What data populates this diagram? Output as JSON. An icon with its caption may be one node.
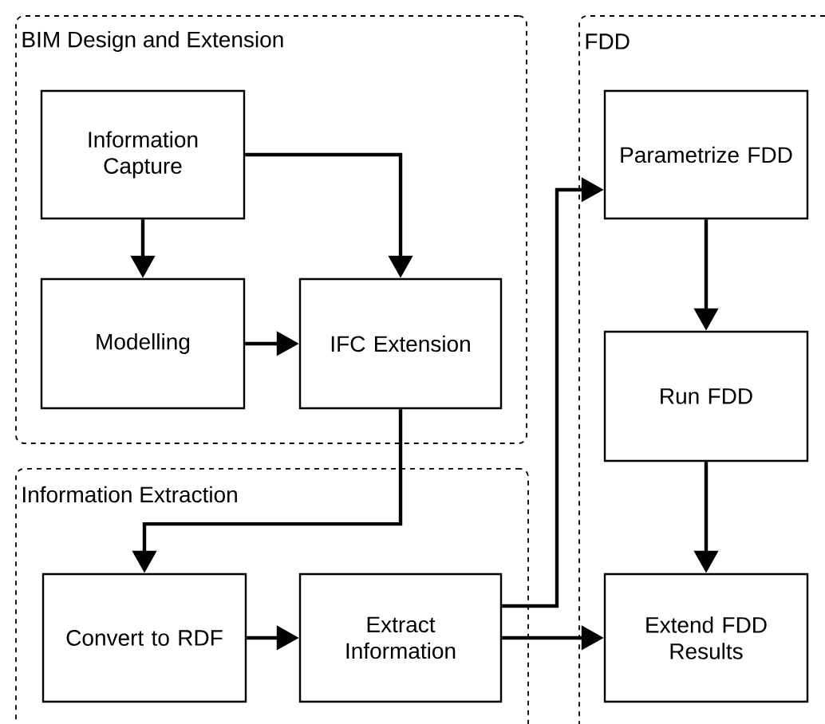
{
  "diagram": {
    "nodes": [
      {
        "text": [
          "BIM Design and Extension"
        ]
      },
      {
        "text": [
          "Information Capture"
        ],
        "in": 0
      },
      {
        "text": [
          "Modelling"
        ],
        "in": 0
      },
      {
        "text": [
          "IFC Extension"
        ],
        "in": 0
      },
      {
        "text": [
          "Information Extraction"
        ]
      },
      {
        "text": [
          "Convert to RDF"
        ],
        "in": 4
      },
      {
        "text": [
          "Extract Information"
        ],
        "in": 4
      },
      {
        "text": [
          "FDD"
        ]
      },
      {
        "text": [
          "Parametrize FDD"
        ],
        "in": 7
      },
      {
        "text": [
          "Run FDD"
        ],
        "in": 7
      },
      {
        "text": [
          "Extend FDD Results"
        ],
        "in": 7
      }
    ],
    "edges": [
      {
        "from": 1,
        "to": 2,
        "arrow": "to"
      },
      {
        "from": 1,
        "to": 3,
        "arrow": "to"
      },
      {
        "from": 2,
        "to": 3,
        "arrow": "to"
      },
      {
        "from": 3,
        "to": 5,
        "arrow": "to"
      },
      {
        "from": 5,
        "to": 6,
        "arrow": "to"
      },
      {
        "from": 6,
        "to": 8,
        "arrow": "to"
      },
      {
        "from": 6,
        "to": 10,
        "arrow": "to"
      },
      {
        "from": 8,
        "to": 9,
        "arrow": "to"
      },
      {
        "from": 9,
        "to": 10,
        "arrow": "to"
      }
    ]
  }
}
